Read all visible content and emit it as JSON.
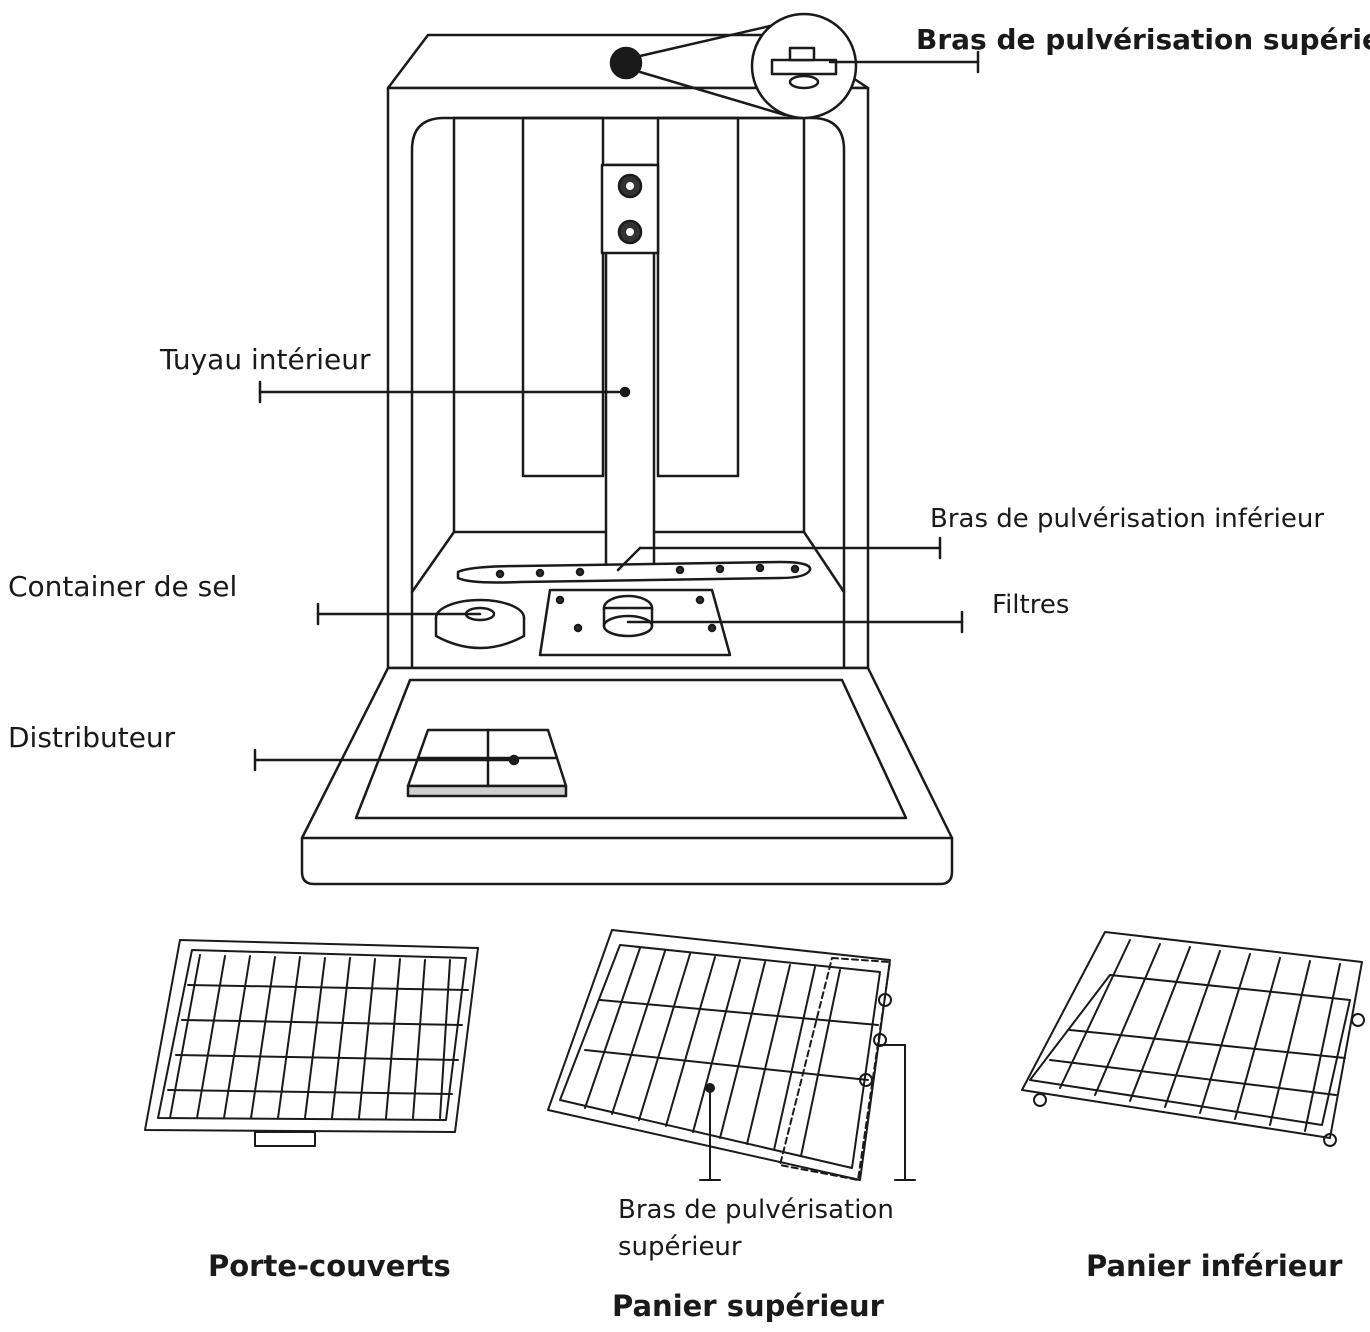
{
  "labels": {
    "upper_spray_arm_top": "Bras de pulvérisation supérieur",
    "inner_pipe": "Tuyau intérieur",
    "lower_spray_arm": "Bras de pulvérisation inférieur",
    "salt_container": "Container de sel",
    "filters": "Filtres",
    "dispenser": "Distributeur",
    "upper_spray_arm_basket_line1": "Bras de pulvérisation",
    "upper_spray_arm_basket_line2": "supérieur",
    "cutlery_rack": "Porte-couverts",
    "upper_basket": "Panier supérieur",
    "lower_basket": "Panier inférieur"
  },
  "colors": {
    "line": "#1a1a1a",
    "text": "#1a1a1a",
    "background": "#ffffff",
    "panel_fill": "#f2f2f2"
  }
}
